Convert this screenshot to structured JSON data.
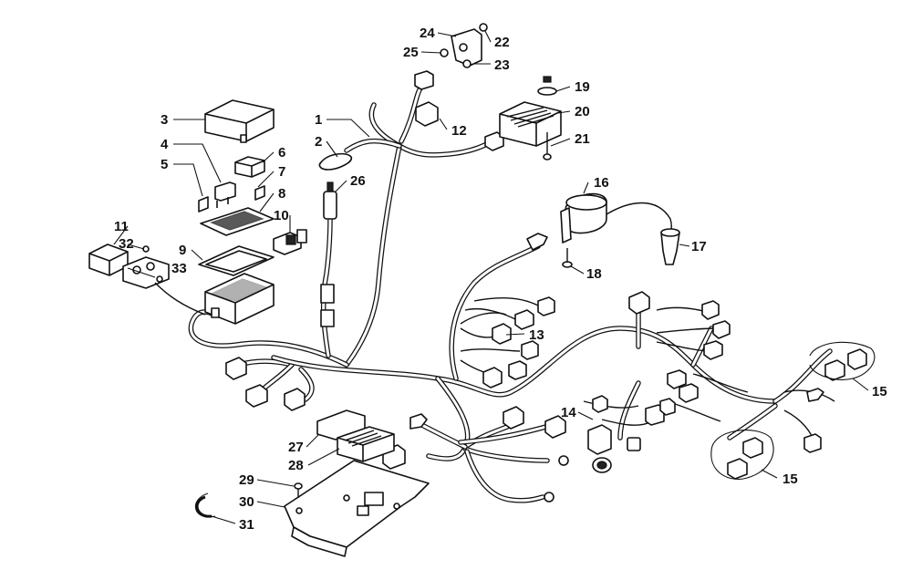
{
  "diagram": {
    "callouts": {
      "c1": "1",
      "c2": "2",
      "c3": "3",
      "c4": "4",
      "c5": "5",
      "c6": "6",
      "c7": "7",
      "c8": "8",
      "c9": "9",
      "c10": "10",
      "c11": "11",
      "c12": "12",
      "c13": "13",
      "c14": "14",
      "c15a": "15",
      "c15b": "15",
      "c16": "16",
      "c17": "17",
      "c18": "18",
      "c19": "19",
      "c20": "20",
      "c21": "21",
      "c22": "22",
      "c23": "23",
      "c24": "24",
      "c25": "25",
      "c26": "26",
      "c27": "27",
      "c28": "28",
      "c29": "29",
      "c30": "30",
      "c31": "31",
      "c32": "32",
      "c33": "33"
    }
  }
}
